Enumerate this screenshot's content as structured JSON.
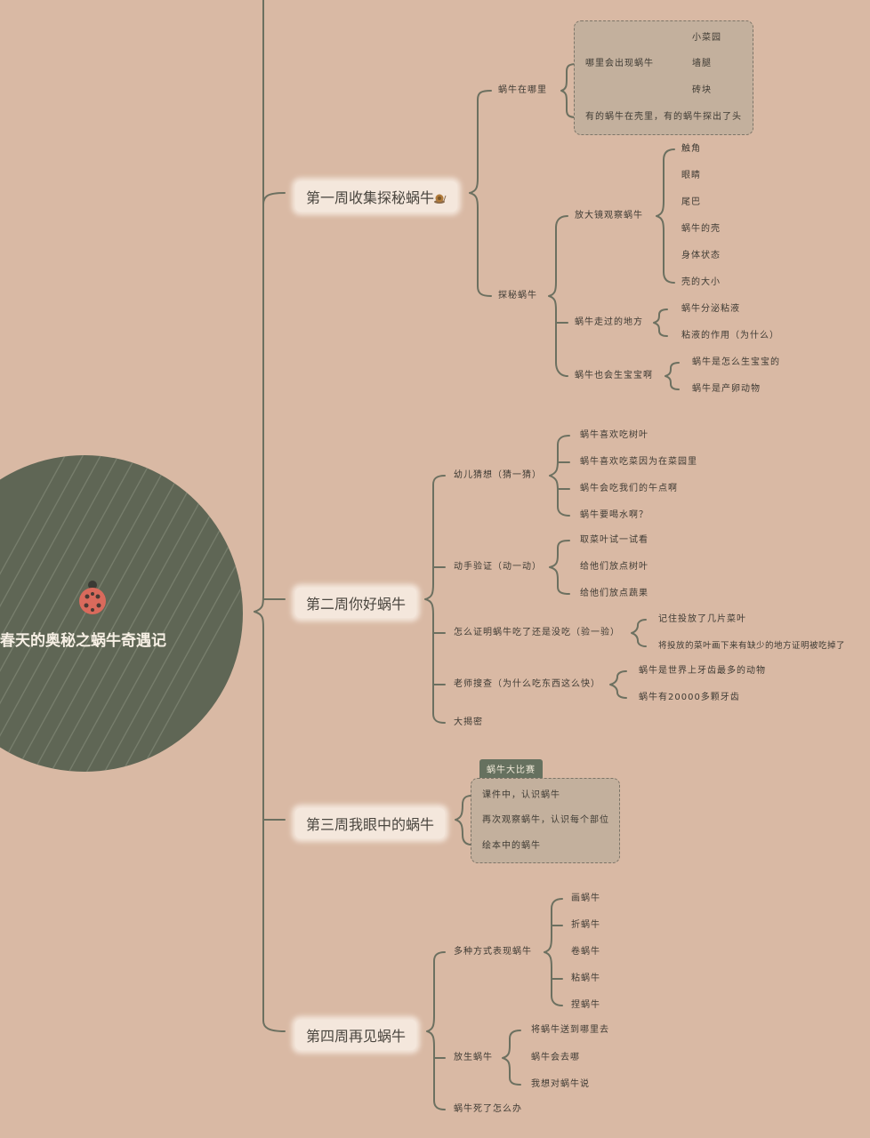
{
  "root": {
    "title": "春天的奥秘之蜗牛奇遇记",
    "icon": "ladybug-icon"
  },
  "colors": {
    "background": "#d9b9a4",
    "circle": "#5f6655",
    "line": "#6c7060",
    "box": "#c3b09d",
    "tag": "#66715f"
  },
  "week1": {
    "title": "第一周收集探秘蜗牛",
    "icon": "snail-icon",
    "where": {
      "label": "蜗牛在哪里",
      "appear": "哪里会出现蜗牛",
      "places": [
        "小菜园",
        "墙腿",
        "砖块"
      ],
      "note": "有的蜗牛在壳里，有的蜗牛探出了头"
    },
    "explore": {
      "label": "探秘蜗牛",
      "magnify": "放大镜观察蜗牛",
      "parts": [
        "触角",
        "眼睛",
        "尾巴",
        "蜗牛的壳",
        "身体状态",
        "壳的大小"
      ],
      "trail": "蜗牛走过的地方",
      "trail_items": [
        "蜗牛分泌粘液",
        "粘液的作用（为什么）"
      ],
      "baby": "蜗牛也会生宝宝啊",
      "baby_items": [
        "蜗牛是怎么生宝宝的",
        "蜗牛是产卵动物"
      ]
    }
  },
  "week2": {
    "title": "第二周你好蜗牛",
    "guess": {
      "label": "幼儿猜想（猜一猜）",
      "items": [
        "蜗牛喜欢吃树叶",
        "蜗牛喜欢吃菜因为在菜园里",
        "蜗牛会吃我们的午点啊",
        "蜗牛要喝水啊？"
      ]
    },
    "verify": {
      "label": "动手验证（动一动）",
      "items": [
        "取菜叶试一试看",
        "给他们放点树叶",
        "给他们放点蔬果"
      ]
    },
    "prove": {
      "label": "怎么证明蜗牛吃了还是没吃（验一验）",
      "items": [
        "记住投放了几片菜叶",
        "将投放的菜叶画下来有缺少的地方证明被吃掉了"
      ]
    },
    "teacher": {
      "label": "老师搜查（为什么吃东西这么快）",
      "items": [
        "蜗牛是世界上牙齿最多的动物",
        "蜗牛有20000多颗牙齿"
      ]
    },
    "reveal": "大揭密"
  },
  "week3": {
    "title": "第三周我眼中的蜗牛",
    "tag": "蜗牛大比赛",
    "items": [
      "课件中，认识蜗牛",
      "再次观察蜗牛，认识每个部位",
      "绘本中的蜗牛"
    ]
  },
  "week4": {
    "title": "第四周再见蜗牛",
    "express": {
      "label": "多种方式表现蜗牛",
      "items": [
        "画蜗牛",
        "折蜗牛",
        "卷蜗牛",
        "粘蜗牛",
        "捏蜗牛"
      ]
    },
    "release": {
      "label": "放生蜗牛",
      "items": [
        "将蜗牛送到哪里去",
        "蜗牛会去哪",
        "我想对蜗牛说"
      ]
    },
    "dead": "蜗牛死了怎么办"
  }
}
